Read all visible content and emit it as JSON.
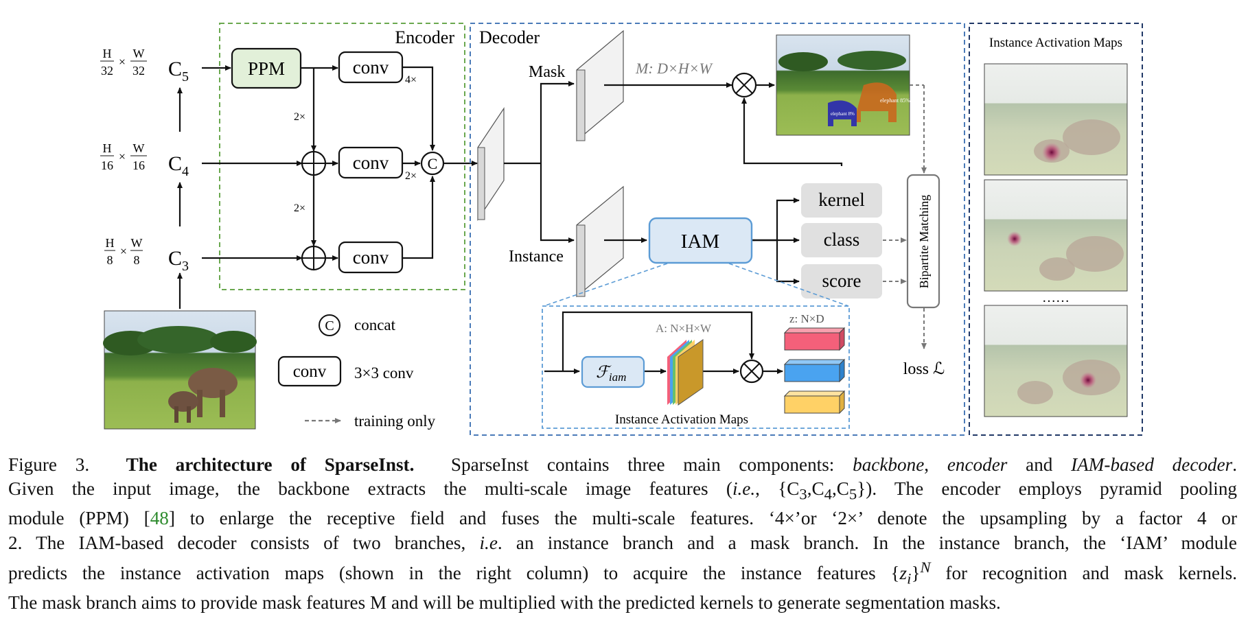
{
  "figure": {
    "number": "Figure 3.",
    "encoder": {
      "title": "Encoder",
      "ppm_label": "PPM",
      "conv_label": "conv",
      "upsample_4x": "4×",
      "upsample_2x": "2×",
      "concat_symbol": "C"
    },
    "backbone": {
      "levels": [
        {
          "name": "C",
          "sub": "5",
          "scale_num_h": "H",
          "scale_den_h": "32",
          "scale_num_w": "W",
          "scale_den_w": "32"
        },
        {
          "name": "C",
          "sub": "4",
          "scale_num_h": "H",
          "scale_den_h": "16",
          "scale_num_w": "W",
          "scale_den_w": "16"
        },
        {
          "name": "C",
          "sub": "3",
          "scale_num_h": "H",
          "scale_den_h": "8",
          "scale_num_w": "W",
          "scale_den_w": "8"
        }
      ],
      "times": "×"
    },
    "decoder": {
      "title": "Decoder",
      "mask_label": "Mask",
      "instance_label": "Instance",
      "mask_feature_label": "M: D×H×W",
      "iam_label": "IAM",
      "kernel_label": "kernel",
      "class_label": "class",
      "score_label": "score",
      "bipartite_label": "Bipartite Matching",
      "loss_label": "loss ℒ",
      "iam_detail": {
        "f_iam_label": "ℱ",
        "f_iam_sub": "iam",
        "a_label": "A: N×H×W",
        "z_label": "z: N×D",
        "caption": "Instance Activation Maps"
      },
      "detections": [
        "elephant 85%",
        "elephant 8%"
      ]
    },
    "iam_column": {
      "title": "Instance Activation Maps",
      "ellipsis": "……"
    },
    "legend": {
      "concat_label": "concat",
      "conv_label": "conv",
      "conv_desc": "3×3 conv",
      "training_label": "training only",
      "concat_symbol": "C"
    },
    "colors": {
      "encoder_border": "#6aa84f",
      "decoder_border": "#4a7ab8",
      "iam_column_border": "#1f3766",
      "ppm_fill": "#e2f0d9",
      "iam_fill": "#dbe8f5",
      "iam_border": "#5b9bd5",
      "gray_box": "#e0e0e0",
      "red_bar": "#f4607a",
      "blue_bar": "#4aa3f0",
      "yellow_bar": "#ffd166",
      "cite": "#2e8b2e"
    }
  },
  "caption": {
    "lead": "Figure 3.",
    "title": "The architecture of SparseInst.",
    "rows": [
      [
        "SparseInst contains three main components: ",
        "backbone",
        ", ",
        "encoder",
        " and ",
        "IAM-based decoder",
        "."
      ],
      [
        "Given the input image, the backbone extracts the multi-scale image features (",
        "i.e.",
        ", {C",
        "3",
        ",C",
        "4",
        ",C",
        "5",
        "}).  The encoder employs pyramid pooling"
      ],
      [
        "module (PPM) [",
        "48",
        "] to enlarge the receptive field and fuses the multi-scale features.  ‘4×’or ‘2×’ denote the upsampling by a factor 4 or"
      ],
      [
        "2. The IAM-based decoder consists of two branches, ",
        "i.e",
        ". an instance branch and a mask branch. In the instance branch, the ‘IAM’ module"
      ],
      [
        "predicts the instance activation maps (shown in the right column) to acquire the instance features {",
        "z",
        "i",
        "}",
        "N",
        " for recognition and mask kernels."
      ],
      [
        "The mask branch aims to provide mask features ",
        "M",
        " and will be multiplied with the predicted kernels to generate segmentation masks."
      ]
    ]
  }
}
